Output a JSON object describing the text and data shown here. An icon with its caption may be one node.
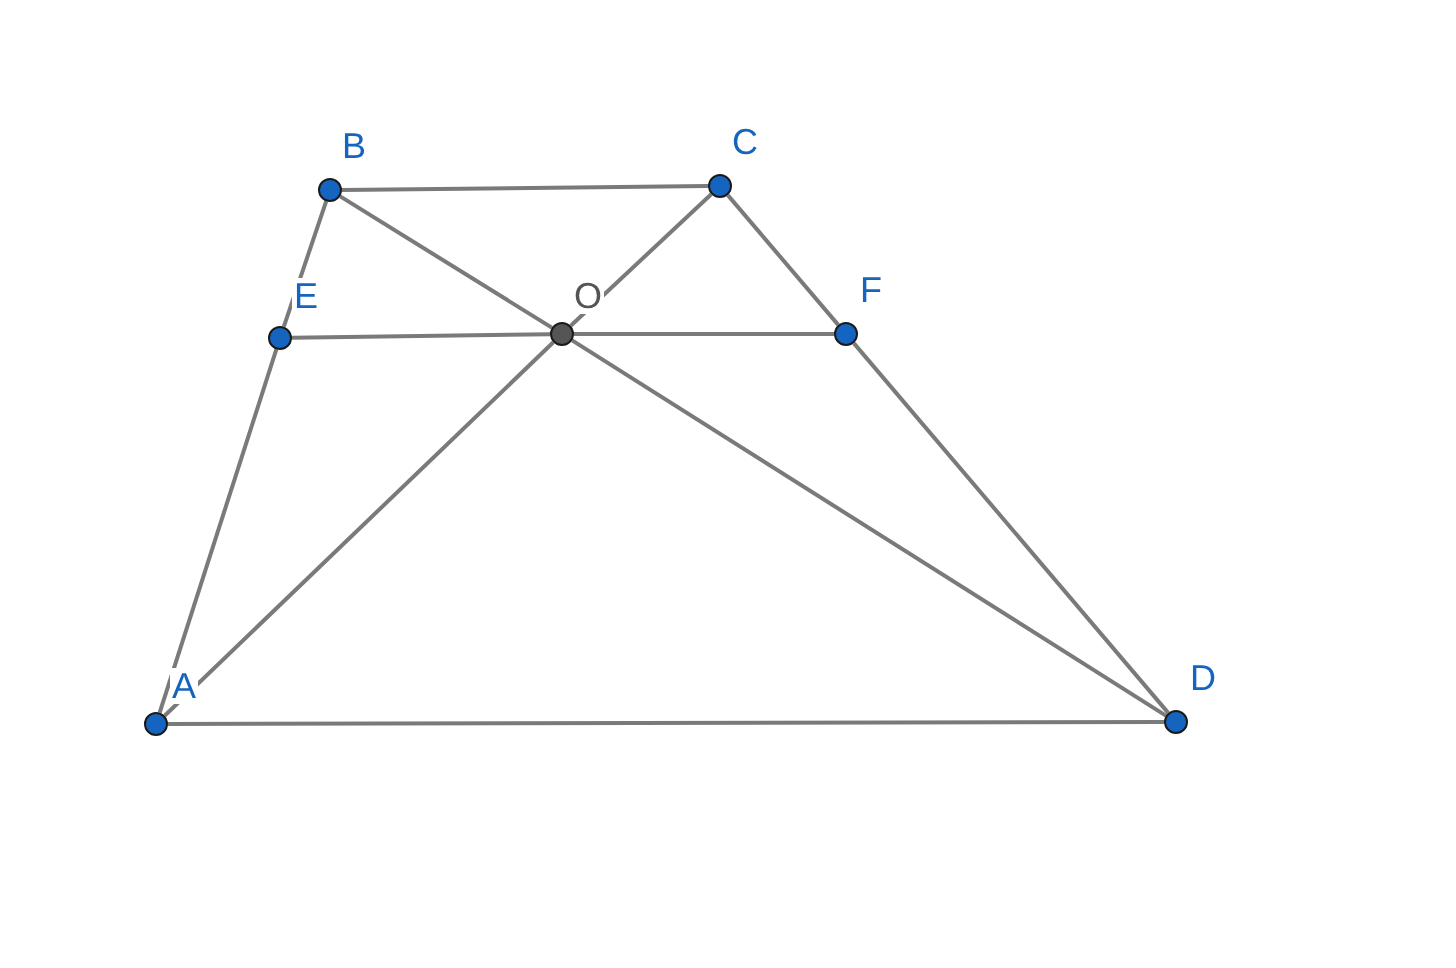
{
  "diagram": {
    "nodes": [
      {
        "text": [],
        "shape": "circle",
        "beside": [
          "B"
        ]
      },
      {
        "text": [],
        "shape": "circle",
        "beside": [
          "C"
        ]
      },
      {
        "text": [],
        "shape": "circle",
        "beside": [
          "E"
        ]
      },
      {
        "text": [],
        "shape": "circle",
        "beside": [
          "O"
        ]
      },
      {
        "text": [],
        "shape": "circle",
        "beside": [
          "F"
        ]
      },
      {
        "text": [],
        "shape": "circle",
        "beside": [
          "A"
        ]
      },
      {
        "text": [],
        "shape": "circle",
        "beside": [
          "D"
        ]
      }
    ],
    "edges": [
      {
        "from": 0,
        "to": 1,
        "arrow": "none"
      },
      {
        "from": 5,
        "to": 6,
        "arrow": "none"
      },
      {
        "from": 5,
        "to": 2,
        "arrow": "none"
      },
      {
        "from": 2,
        "to": 0,
        "arrow": "none"
      },
      {
        "from": 2,
        "to": 3,
        "arrow": "none"
      },
      {
        "from": 3,
        "to": 4,
        "arrow": "none"
      },
      {
        "from": 1,
        "to": 4,
        "arrow": "none"
      },
      {
        "from": 4,
        "to": 6,
        "arrow": "none"
      },
      {
        "from": 5,
        "to": 3,
        "arrow": "none"
      },
      {
        "from": 3,
        "to": 1,
        "arrow": "none"
      },
      {
        "from": 0,
        "to": 3,
        "arrow": "none"
      },
      {
        "from": 3,
        "to": 6,
        "arrow": "none"
      }
    ]
  }
}
